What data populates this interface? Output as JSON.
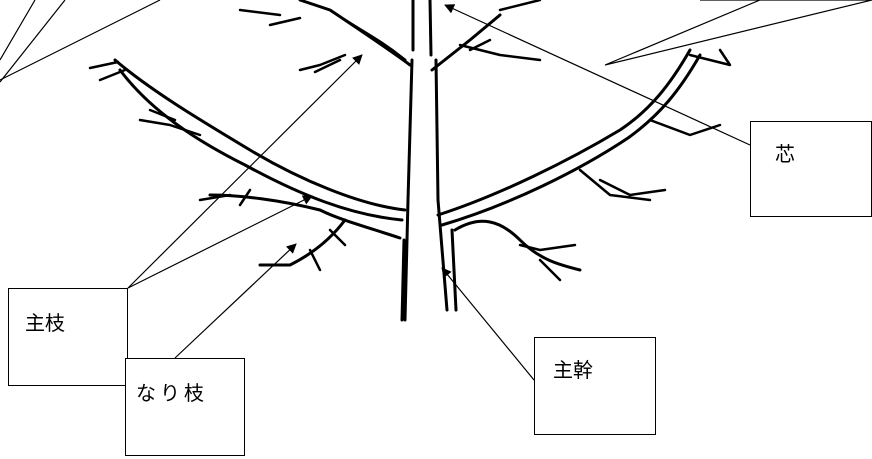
{
  "labels": {
    "main_branch": "主枝",
    "fruiting_branch": "なり枝",
    "main_trunk": "主幹",
    "leader": "芯"
  },
  "colors": {
    "ink": "#000000",
    "background": "#ffffff"
  }
}
